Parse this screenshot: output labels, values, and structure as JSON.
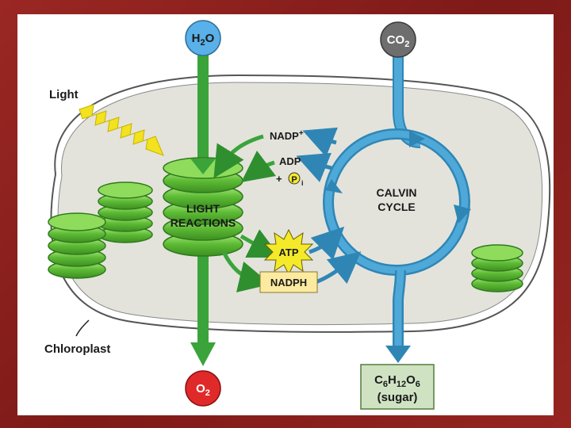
{
  "labels": {
    "light": "Light",
    "chloroplast": "Chloroplast",
    "light_reactions_1": "LIGHT",
    "light_reactions_2": "REACTIONS",
    "calvin_1": "CALVIN",
    "calvin_2": "CYCLE",
    "nadp": "NADP",
    "nadp_sup": "+",
    "adp": "ADP",
    "plus": "+",
    "pi": "P",
    "pi_sub": "i",
    "atp": "ATP",
    "nadph": "NADPH",
    "sugar": "(sugar)"
  },
  "molecules": {
    "h2o": {
      "main": "H",
      "sub": "2",
      "tail": "O"
    },
    "co2": {
      "main": "CO",
      "sub": "2"
    },
    "o2": {
      "main": "O",
      "sub": "2"
    },
    "glucose": {
      "c": "C",
      "c_n": "6",
      "h": "H",
      "h_n": "12",
      "o": "O",
      "o_n": "6"
    }
  },
  "colors": {
    "background_frame": "#8a1f1c",
    "stroma": "#e3e3dc",
    "thylakoid": "#67c23a",
    "light_arrow": "#f2e21f",
    "green_arrow": "#3aa43a",
    "calvin_blue": "#3f9fcf",
    "h2o_blue": "#5ab0e8",
    "co2_gray": "#6e6e6e",
    "o2_red": "#e02a2a",
    "atp_yellow": "#f5ea2a",
    "nadph_box": "#fbeaa0",
    "sugar_box": "#cfe3c3"
  }
}
